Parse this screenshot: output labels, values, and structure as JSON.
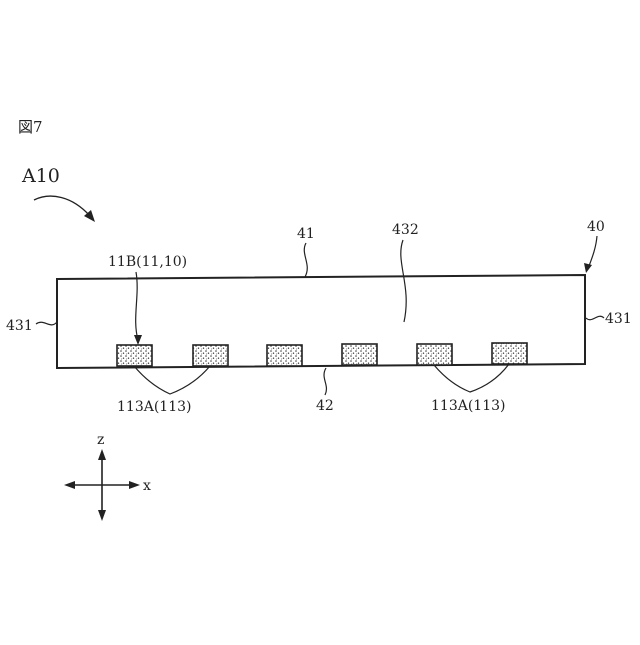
{
  "figure": {
    "title": "図7",
    "assembly_label": "A10",
    "labels": {
      "top_face": "41",
      "bottom_face": "42",
      "side_left": "431",
      "side_right": "431",
      "interior": "432",
      "body": "40",
      "element": "11B(11,10)",
      "group_left": "113A(113)",
      "group_right": "113A(113)"
    },
    "axes": {
      "vertical": "z",
      "horizontal": "x"
    },
    "pads": {
      "count": 6,
      "fill": "stippled"
    }
  }
}
